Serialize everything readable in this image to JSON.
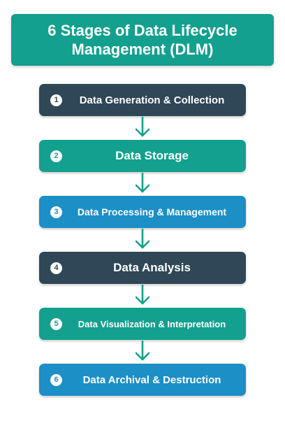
{
  "title": "6 Stages of Data Lifecycle Management (DLM)",
  "colors": {
    "teal": "#13a08e",
    "navy": "#2f4756",
    "blue": "#1c8fc6",
    "arrow": "#13a08e"
  },
  "stages": [
    {
      "number": "1",
      "label": "Data Generation & Collection",
      "color": "#2f4756"
    },
    {
      "number": "2",
      "label": "Data Storage",
      "color": "#13a08e"
    },
    {
      "number": "3",
      "label": "Data Processing & Management",
      "color": "#1c8fc6"
    },
    {
      "number": "4",
      "label": "Data Analysis",
      "color": "#2f4756"
    },
    {
      "number": "5",
      "label": "Data Visualization & Interpretation",
      "color": "#13a08e"
    },
    {
      "number": "6",
      "label": "Data Archival & Destruction",
      "color": "#1c8fc6"
    }
  ]
}
